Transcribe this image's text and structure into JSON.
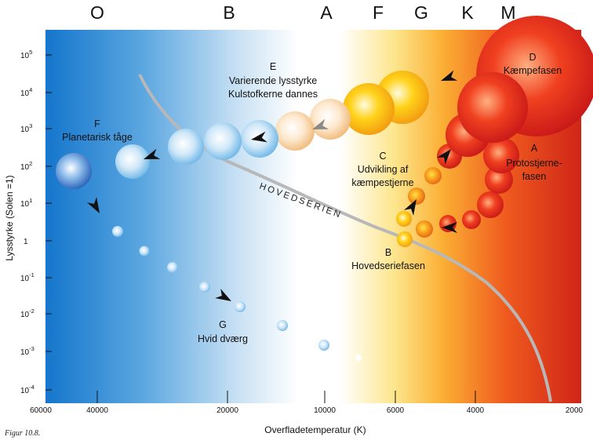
{
  "spectral_classes": [
    "O",
    "B",
    "A",
    "F",
    "G",
    "K",
    "M"
  ],
  "y_axis": {
    "label": "Lysstyrke (Solen =1)",
    "ticks": [
      {
        "base": "10",
        "exp": "5"
      },
      {
        "base": "10",
        "exp": "4"
      },
      {
        "base": "10",
        "exp": "3"
      },
      {
        "base": "10",
        "exp": "2"
      },
      {
        "base": "10",
        "exp": "1"
      },
      {
        "base": "1",
        "exp": ""
      },
      {
        "base": "10",
        "exp": "-1"
      },
      {
        "base": "10",
        "exp": "-2"
      },
      {
        "base": "10",
        "exp": "-3"
      },
      {
        "base": "10",
        "exp": "-4"
      }
    ]
  },
  "x_axis": {
    "label": "Overfladetemperatur (K)",
    "ticks": [
      "60000",
      "40000",
      "20000",
      "10000",
      "6000",
      "4000",
      "2000"
    ]
  },
  "main_sequence_label": "HOVEDSERIEN",
  "phases": {
    "A": {
      "letter": "A",
      "lines": [
        "Protostjerne-",
        "fasen"
      ]
    },
    "B": {
      "letter": "B",
      "lines": [
        "Hovedseriefasen"
      ]
    },
    "C": {
      "letter": "C",
      "lines": [
        "Udvikling af",
        "kæmpestjerne"
      ]
    },
    "D": {
      "letter": "D",
      "lines": [
        "Kæmpefasen"
      ]
    },
    "E": {
      "letter": "E",
      "lines": [
        "Varierende lysstyrke",
        "Kulstofkerne dannes"
      ]
    },
    "F": {
      "letter": "F",
      "lines": [
        "Planetarisk tåge"
      ]
    },
    "G": {
      "letter": "G",
      "lines": [
        "Hvid dværg"
      ]
    }
  },
  "caption": "Figur 10.8.",
  "colors": {
    "hot": "#1a7fd0",
    "cool": "#d0281e",
    "main_sequence": "#b5b5b5"
  }
}
